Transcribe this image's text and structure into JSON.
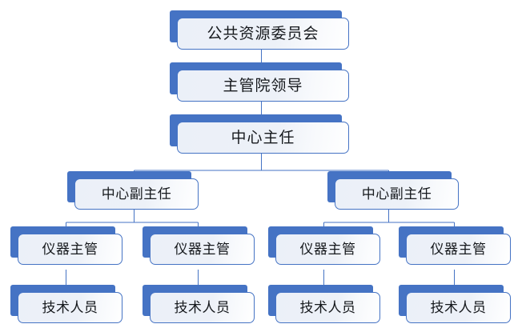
{
  "diagram": {
    "type": "org-chart",
    "title": "",
    "colors": {
      "shadow": "#4573C4",
      "border": "#4573C4",
      "fill_start": "#EBF0F8",
      "fill_end": "#FFFFFF",
      "connector": "#4573C4",
      "text": "#16191d",
      "background": "#FFFFFF"
    },
    "levels": [
      {
        "level": 1,
        "nodes": [
          {
            "id": "n1",
            "label": "公共资源委员会"
          }
        ]
      },
      {
        "level": 2,
        "nodes": [
          {
            "id": "n2",
            "label": "主管院领导"
          }
        ]
      },
      {
        "level": 3,
        "nodes": [
          {
            "id": "n3",
            "label": "中心主任"
          }
        ]
      },
      {
        "level": 4,
        "nodes": [
          {
            "id": "n4",
            "label": "中心副主任"
          },
          {
            "id": "n5",
            "label": "中心副主任"
          }
        ]
      },
      {
        "level": 5,
        "nodes": [
          {
            "id": "n6",
            "label": "仪器主管"
          },
          {
            "id": "n7",
            "label": "仪器主管"
          },
          {
            "id": "n8",
            "label": "仪器主管"
          },
          {
            "id": "n9",
            "label": "仪器主管"
          }
        ]
      },
      {
        "level": 6,
        "nodes": [
          {
            "id": "n10",
            "label": "技术人员"
          },
          {
            "id": "n11",
            "label": "技术人员"
          },
          {
            "id": "n12",
            "label": "技术人员"
          },
          {
            "id": "n13",
            "label": "技术人员"
          }
        ]
      }
    ],
    "edges": [
      {
        "from": "n1",
        "to": "n2"
      },
      {
        "from": "n2",
        "to": "n3"
      },
      {
        "from": "n3",
        "to": "n4"
      },
      {
        "from": "n3",
        "to": "n5"
      },
      {
        "from": "n4",
        "to": "n6"
      },
      {
        "from": "n4",
        "to": "n7"
      },
      {
        "from": "n5",
        "to": "n8"
      },
      {
        "from": "n5",
        "to": "n9"
      },
      {
        "from": "n6",
        "to": "n10"
      },
      {
        "from": "n7",
        "to": "n11"
      },
      {
        "from": "n8",
        "to": "n12"
      },
      {
        "from": "n9",
        "to": "n13"
      }
    ]
  }
}
